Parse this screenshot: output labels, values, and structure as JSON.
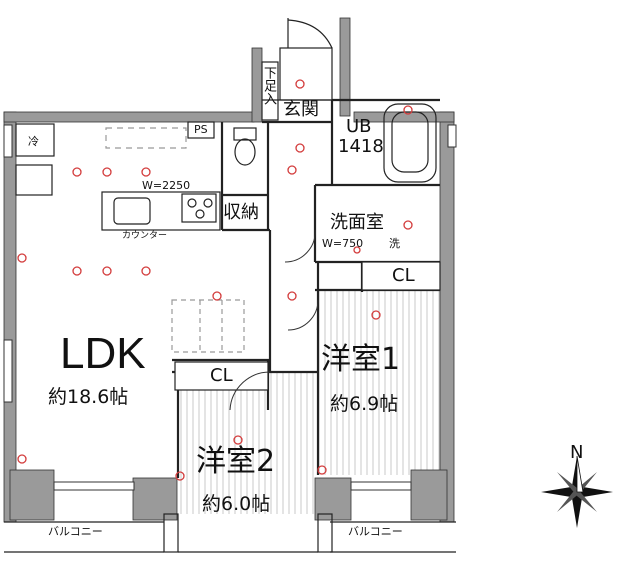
{
  "labels": {
    "ldk": "LDK",
    "ldk_area": "約18.6帖",
    "room1": "洋室1",
    "room1_area": "約6.9帖",
    "room2": "洋室2",
    "room2_area": "約6.0帖",
    "entrance": "玄関",
    "shoe_box": "下足入",
    "unit_bath": "UB",
    "unit_bath_size": "1418",
    "storage": "収納",
    "washroom": "洗面室",
    "washroom_width": "W=750",
    "washer": "洗",
    "closet1": "CL",
    "closet2": "CL",
    "pipe_space": "PS",
    "fridge": "冷",
    "kitchen_width": "W=2250",
    "counter": "カウンター",
    "balcony_left": "バルコニー",
    "balcony_right": "バルコニー",
    "compass_north": "N"
  },
  "colors": {
    "wall": "#9a9a9a",
    "wall_dark": "#6f6f6f",
    "line": "#222222",
    "floor_hatch": "#c8c8c8",
    "light_marker": "#d33b3b"
  }
}
